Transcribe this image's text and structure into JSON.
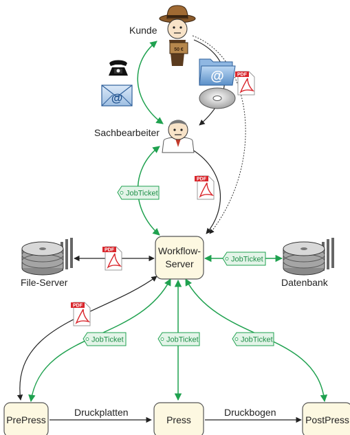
{
  "labels": {
    "kunde": "Kunde",
    "sachbearbeiter": "Sachbearbeiter",
    "file_server": "File-Server",
    "datenbank": "Datenbank",
    "druckplatten": "Druckplatten",
    "druckbogen": "Druckbogen"
  },
  "boxes": {
    "workflow_line1": "Workflow-",
    "workflow_line2": "Server",
    "prepress": "PrePress",
    "press": "Press",
    "postpress": "PostPress"
  },
  "tickets": {
    "upper": "JobTicket",
    "datenbank": "JobTicket",
    "prepress": "JobTicket",
    "press": "JobTicket",
    "postpress": "JobTicket"
  },
  "icons": {
    "pdf_text": "PDF",
    "price_tag": "50 €",
    "at_symbol": "@"
  },
  "colors": {
    "green": "#1fa14f",
    "ticket_fill": "#e3f4e8",
    "box_fill": "#fdf8e1",
    "box_stroke": "#555555",
    "pdf_red": "#d9262c"
  }
}
